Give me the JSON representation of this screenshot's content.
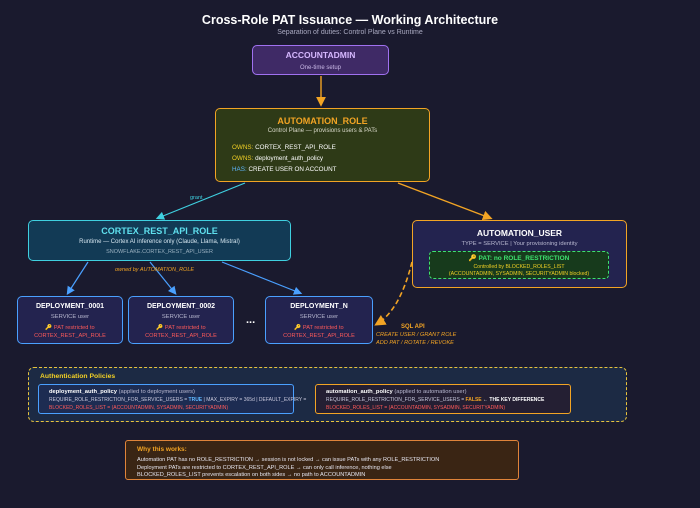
{
  "header": {
    "title": "Cross-Role PAT Issuance — Working Architecture",
    "subtitle": "Separation of duties: Control Plane vs Runtime"
  },
  "colors": {
    "background": "#1a1a2e",
    "orange": "#f2a424",
    "cyan": "#3fd0e0",
    "blue": "#4aa0ff",
    "purple": "#a071f0",
    "green": "#3fe070",
    "red": "#ff5a5a",
    "yellow": "#e8c33c"
  },
  "nodes": {
    "accountadmin": {
      "title": "ACCOUNTADMIN",
      "subtitle": "One-time setup"
    },
    "automation_role": {
      "title": "AUTOMATION_ROLE",
      "subtitle": "Control Plane — provisions users & PATs",
      "owns1_key": "OWNS:",
      "owns1_val": "CORTEX_REST_API_ROLE",
      "owns2_key": "OWNS:",
      "owns2_val": "deployment_auth_policy",
      "has_key": "HAS:",
      "has_val": "CREATE USER ON ACCOUNT"
    },
    "cortex_role": {
      "title": "CORTEX_REST_API_ROLE",
      "subtitle": "Runtime — Cortex AI inference only (Claude, Llama, Mistral)",
      "db_role": "SNOWFLAKE.CORTEX_REST_API_USER"
    },
    "automation_user": {
      "title": "AUTOMATION_USER",
      "subtitle": "TYPE = SERVICE  |  Your provisioning identity",
      "pat_title": "🔑 PAT: no ROLE_RESTRICTION",
      "pat_line1": "Controlled by BLOCKED_ROLES_LIST",
      "pat_line2": "(ACCOUNTADMIN, SYSADMIN, SECURITYADMIN blocked)"
    },
    "deployments": [
      {
        "title": "DEPLOYMENT_0001",
        "subtitle": "SERVICE user",
        "pat_line1": "🔑 PAT restricted to",
        "pat_line2": "CORTEX_REST_API_ROLE"
      },
      {
        "title": "DEPLOYMENT_0002",
        "subtitle": "SERVICE user",
        "pat_line1": "🔑 PAT restricted to",
        "pat_line2": "CORTEX_REST_API_ROLE"
      },
      {
        "title": "DEPLOYMENT_N",
        "subtitle": "SERVICE user",
        "pat_line1": "🔑 PAT restricted to",
        "pat_line2": "CORTEX_REST_API_ROLE"
      }
    ],
    "ellipsis": "..."
  },
  "edges": {
    "grant_label": "grant",
    "owned_by": "owned by AUTOMATION_ROLE",
    "sql_api": "SQL API",
    "sql_line1": "CREATE USER / GRANT ROLE",
    "sql_line2": "ADD PAT / ROTATE / REVOKE"
  },
  "policies": {
    "title": "Authentication Policies",
    "deployment_policy": {
      "name": "deployment_auth_policy",
      "applied": "(applied to deployment users)",
      "rule_prefix": "REQUIRE_ROLE_RESTRICTION_FOR_SERVICE_USERS =",
      "rule_value": "TRUE",
      "rule_suffix": "|  MAX_EXPIRY = 365d  |  DEFAULT_EXPIRY =",
      "blocked": "BLOCKED_ROLES_LIST = (ACCOUNTADMIN, SYSADMIN, SECURITYADMIN)"
    },
    "automation_policy": {
      "name": "automation_auth_policy",
      "applied": "(applied to automation user)",
      "rule_prefix": "REQUIRE_ROLE_RESTRICTION_FOR_SERVICE_USERS =",
      "rule_value": "FALSE",
      "rule_note": "← THE KEY DIFFERENCE",
      "blocked": "BLOCKED_ROLES_LIST = (ACCOUNTADMIN, SYSADMIN, SECURITYADMIN)"
    }
  },
  "why": {
    "title": "Why this works:",
    "line1": "Automation PAT has no ROLE_RESTRICTION → session is not locked → can issue PATs with any ROLE_RESTRICTION",
    "line2": "Deployment PATs are restricted to CORTEX_REST_API_ROLE → can only call inference, nothing else",
    "line3": "BLOCKED_ROLES_LIST prevents escalation on both sides → no path to ACCOUNTADMIN"
  }
}
